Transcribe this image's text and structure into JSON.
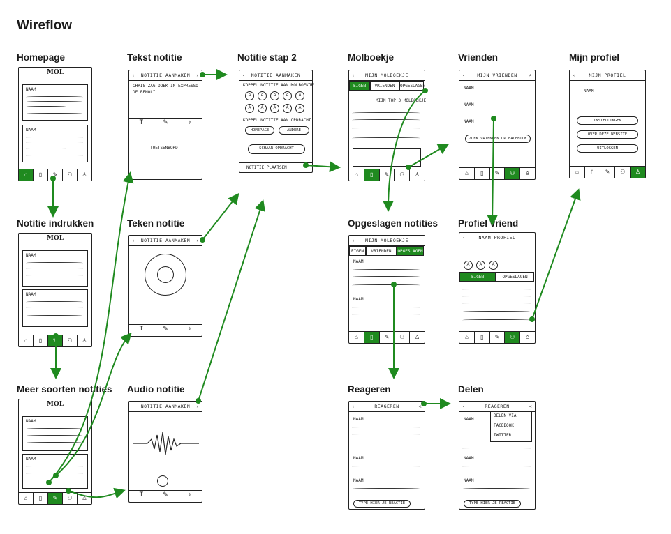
{
  "title": "Wireflow",
  "labels": {
    "homepage": "Homepage",
    "tekst": "Tekst notitie",
    "stap2": "Notitie stap 2",
    "molboekje": "Molboekje",
    "vrienden": "Vrienden",
    "profiel": "Mijn profiel",
    "indrukken": "Notitie indrukken",
    "teken": "Teken notitie",
    "opgeslagen": "Opgeslagen notities",
    "vriend": "Profiel vriend",
    "meer": "Meer soorten notities",
    "audio": "Audio notitie",
    "reageren": "Reageren",
    "delen": "Delen"
  },
  "sketch": {
    "naam": "NAAM",
    "notitie_aanmaken": "NOTITIE AANMAKEN",
    "tekst_body": "CHRIS ZAG DOEK IN EXPRESSO DE BEMOLI",
    "toetsenbord": "TOETSENBORD",
    "koppel": "KOPPEL NOTITIE AAN MOLBOEKJE",
    "koppel2": "KOPPEL NOTITIE AAN OPDRACHT",
    "homepage_btn": "HOMEPAGE",
    "andere_btn": "ANDERE",
    "schaar": "SCHAAR OPDRACHT",
    "plaatsen": "NOTITIE PLAATSEN",
    "mijn_molboekje": "MIJN MOLBOEKJE",
    "eigen": "EIGEN",
    "vrienden_tab": "VRIENDEN",
    "opgeslagen_tab": "OPGESLAGEN",
    "top3": "MIJN TOP 3 MOLBOEKJE",
    "mijn_vrienden": "MIJN VRIENDEN",
    "zoek": "ZOEK VRIENDEN OP FACEBOOK",
    "mijn_profiel": "MIJN PROFIEL",
    "instellingen": "INSTELLINGEN",
    "over": "OVER DEZE WEBSITE",
    "uitloggen": "UITLOGGEN",
    "naam_profiel": "NAAM PROFIEL",
    "reageren_hdr": "REAGEREN",
    "delen_via": "DELEN VIA",
    "facebook": "FACEBOOK",
    "twitter": "TWITTER",
    "type": "TYPE HIER JE REACTIE",
    "logo": "MOL"
  },
  "colors": {
    "accent": "#1f8a1f",
    "ink": "#222222"
  }
}
